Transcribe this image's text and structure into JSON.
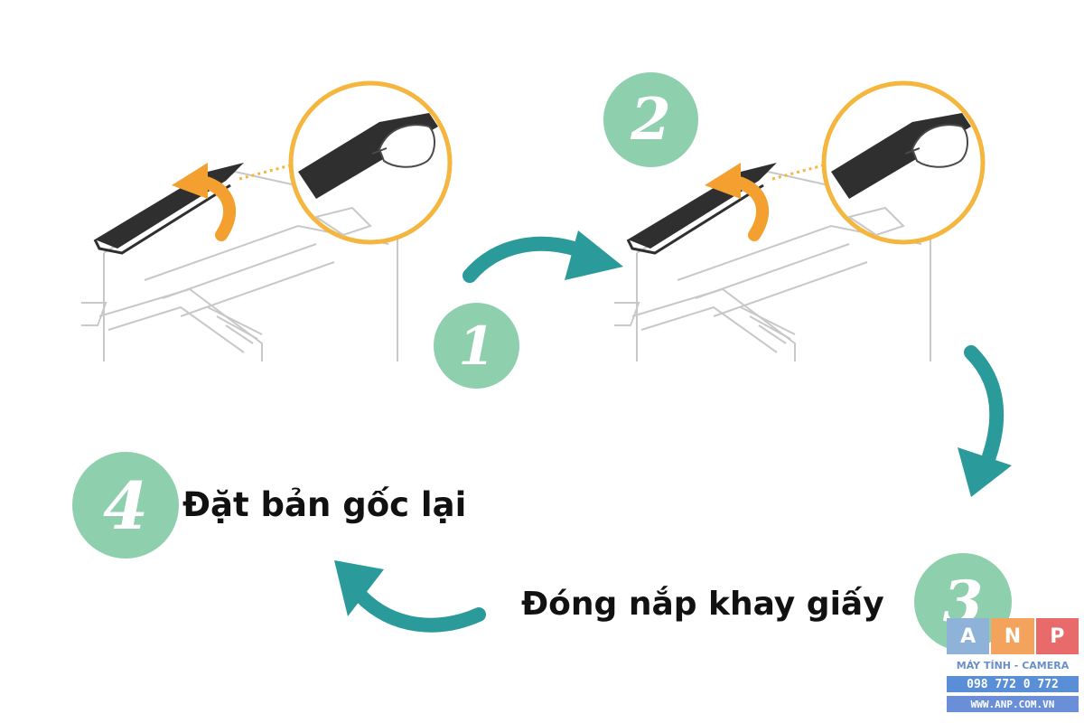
{
  "colors": {
    "badge": "#8ecfae",
    "arrow": "#2a9a9a",
    "lift_arrow": "#f4a030",
    "ring": "#f4b63f",
    "outline": "#bdbdbd",
    "lid": "#2f2f2f",
    "text": "#111111",
    "wm_a": "#8fb3d8",
    "wm_n": "#f4a35c",
    "wm_p": "#e86a6a",
    "wm_phone": "#5a8fd8",
    "wm_web": "#6a8fd8"
  },
  "steps": [
    {
      "number": "1",
      "label": ""
    },
    {
      "number": "2",
      "label": ""
    },
    {
      "number": "3",
      "label": "Đóng nắp khay giấy"
    },
    {
      "number": "4",
      "label": "Đặt bản gốc lại"
    }
  ],
  "watermark": {
    "letters": [
      "A",
      "N",
      "P"
    ],
    "tagline": "MÁY TÍNH - CAMERA",
    "phone": "098 772 0 772",
    "website": "WWW.ANP.COM.VN"
  },
  "icons": {
    "curved_arrows": "curved-arrow-icon",
    "lift_arrow": "lift-arrow-icon",
    "hand": "hand-icon",
    "printer": "printer-icon"
  }
}
